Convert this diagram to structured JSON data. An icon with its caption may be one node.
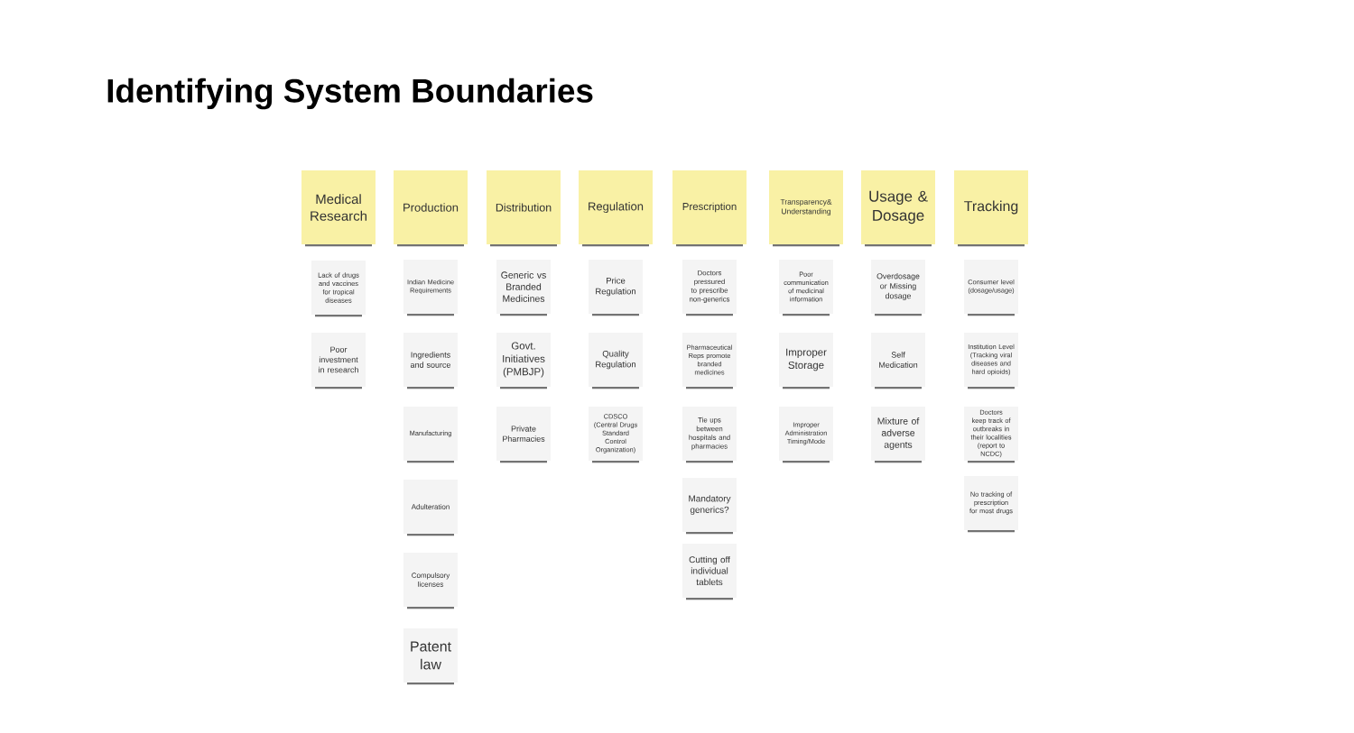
{
  "diagram": {
    "title": "Identifying System Boundaries",
    "nodes": [
      {
        "text": [
          "Medical Research"
        ]
      },
      {
        "text": [
          "Lack of drugs and vaccines for tropical diseases"
        ]
      },
      {
        "text": [
          "Poor investment in research"
        ]
      },
      {
        "text": [
          "Production"
        ]
      },
      {
        "text": [
          "Indian Medicine Requirements"
        ]
      },
      {
        "text": [
          "Ingredients and source"
        ]
      },
      {
        "text": [
          "Manufacturing"
        ]
      },
      {
        "text": [
          "Adulteration"
        ]
      },
      {
        "text": [
          "Compulsory licenses"
        ]
      },
      {
        "text": [
          "Patent law"
        ]
      },
      {
        "text": [
          "Distribution"
        ]
      },
      {
        "text": [
          "Generic vs Branded Medicines"
        ]
      },
      {
        "text": [
          "Govt. Initiatives (PMBJP)"
        ]
      },
      {
        "text": [
          "Private Pharmacies"
        ]
      },
      {
        "text": [
          "Regulation"
        ]
      },
      {
        "text": [
          "Price Regulation"
        ]
      },
      {
        "text": [
          "Quality Regulation"
        ]
      },
      {
        "text": [
          "CDSCO (Central Drugs Standard Control Organization)"
        ]
      },
      {
        "text": [
          "Prescription"
        ]
      },
      {
        "text": [
          "Doctors pressured to prescribe non-generics"
        ]
      },
      {
        "text": [
          "Pharmaceutical Reps promote branded medicines"
        ]
      },
      {
        "text": [
          "Tie ups between hospitals and pharmacies"
        ]
      },
      {
        "text": [
          "Mandatory generics?"
        ]
      },
      {
        "text": [
          "Cutting off individual tablets"
        ]
      },
      {
        "text": [
          "Transparency& Understanding"
        ]
      },
      {
        "text": [
          "Poor communication of medicinal information"
        ]
      },
      {
        "text": [
          "Improper Storage"
        ]
      },
      {
        "text": [
          "Improper Administration Timing/Mode"
        ]
      },
      {
        "text": [
          "Usage & Dosage"
        ]
      },
      {
        "text": [
          "Overdosage or Missing dosage"
        ]
      },
      {
        "text": [
          "Self Medication"
        ]
      },
      {
        "text": [
          "Mixture of adverse agents"
        ]
      },
      {
        "text": [
          "Tracking"
        ]
      },
      {
        "text": [
          "Consumer level (dosage/usage)"
        ]
      },
      {
        "text": [
          "Institution Level (Tracking viral diseases and hard opioids)"
        ]
      },
      {
        "text": [
          "Doctors keep track of outbreaks in their localities (report to NCDC)"
        ]
      },
      {
        "text": [
          "No tracking of prescription for most drugs"
        ]
      }
    ],
    "edges": []
  }
}
